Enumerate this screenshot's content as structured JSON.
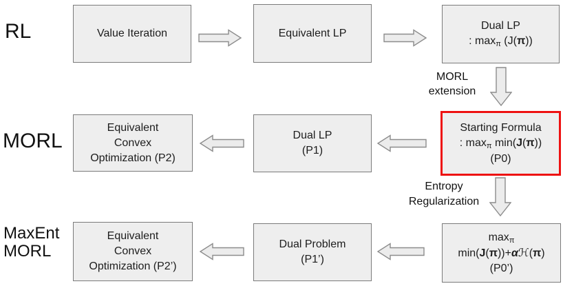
{
  "row_labels": {
    "rl": "RL",
    "morl": "MORL",
    "maxent_morl": "MaxEnt\nMORL"
  },
  "annotations": {
    "morl_extension": "MORL\nextension",
    "entropy_regularization": "Entropy\nRegularization"
  },
  "boxes": {
    "value-iteration": {
      "lines": [
        [
          {
            "t": "Value Iteration"
          }
        ]
      ]
    },
    "equivalent-lp": {
      "lines": [
        [
          {
            "t": "Equivalent LP"
          }
        ]
      ]
    },
    "dual-lp-rl": {
      "lines": [
        [
          {
            "t": "Dual LP"
          }
        ],
        [
          {
            "t": ": max"
          },
          {
            "t": "π",
            "sub": true
          },
          {
            "t": " (J("
          },
          {
            "t": "π",
            "b": true
          },
          {
            "t": "))"
          }
        ]
      ]
    },
    "equivalent-convex-p2": {
      "lines": [
        [
          {
            "t": "Equivalent"
          }
        ],
        [
          {
            "t": "Convex"
          }
        ],
        [
          {
            "t": "Optimization (P2)"
          }
        ]
      ]
    },
    "dual-lp-p1": {
      "lines": [
        [
          {
            "t": "Dual LP"
          }
        ],
        [
          {
            "t": "(P1)"
          }
        ]
      ]
    },
    "starting-formula-p0": {
      "lines": [
        [
          {
            "t": "Starting Formula"
          }
        ],
        [
          {
            "t": ": max"
          },
          {
            "t": "π",
            "sub": true
          },
          {
            "t": " min("
          },
          {
            "t": "J",
            "b": true
          },
          {
            "t": "("
          },
          {
            "t": "π",
            "b": true
          },
          {
            "t": "))"
          }
        ],
        [
          {
            "t": "(P0)"
          }
        ]
      ]
    },
    "equivalent-convex-p2prime": {
      "lines": [
        [
          {
            "t": "Equivalent"
          }
        ],
        [
          {
            "t": "Convex"
          }
        ],
        [
          {
            "t": "Optimization (P2’)"
          }
        ]
      ]
    },
    "dual-problem-p1prime": {
      "lines": [
        [
          {
            "t": "Dual Problem"
          }
        ],
        [
          {
            "t": "(P1’)"
          }
        ]
      ]
    },
    "maxent-objective-p0prime": {
      "lines": [
        [
          {
            "t": "max"
          },
          {
            "t": "π",
            "sub": true
          }
        ],
        [
          {
            "t": "min("
          },
          {
            "t": "J",
            "b": true
          },
          {
            "t": "("
          },
          {
            "t": "π",
            "b": true
          },
          {
            "t": "))+"
          },
          {
            "t": "α",
            "b": true,
            "i": true
          },
          {
            "t": "ℋ",
            "i": true
          },
          {
            "t": "("
          },
          {
            "t": "π",
            "b": true
          },
          {
            "t": ")"
          }
        ],
        [
          {
            "t": "(P0’)"
          }
        ]
      ]
    }
  },
  "colors": {
    "box_fill": "#eeeeee",
    "box_border": "#7a7a7a",
    "highlight_border": "#ee1111",
    "arrow_fill": "#ececec",
    "arrow_stroke": "#8c8c8c",
    "text": "#1c1c1c"
  }
}
